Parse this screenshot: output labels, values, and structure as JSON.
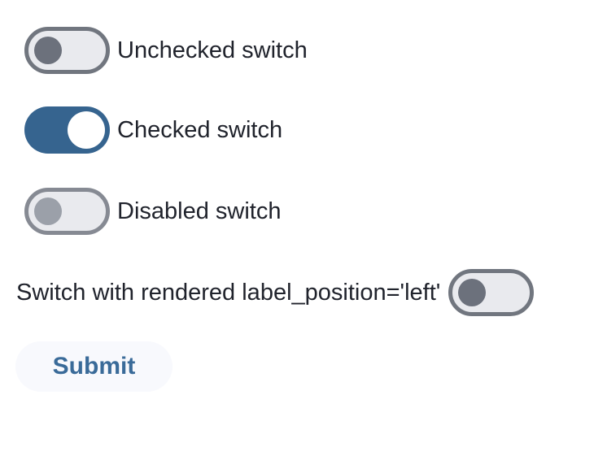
{
  "page": {
    "background": "#ffffff"
  },
  "switches": [
    {
      "label": "Unchecked switch",
      "state": "unchecked",
      "label_position": "right"
    },
    {
      "label": "Checked switch",
      "state": "checked",
      "label_position": "right"
    },
    {
      "label": "Disabled switch",
      "state": "disabled",
      "label_position": "right"
    },
    {
      "label": "Switch with rendered label_position='left'",
      "state": "unchecked",
      "label_position": "left"
    }
  ],
  "submit_button": {
    "label": "Submit"
  },
  "colors": {
    "page_bg": "#ffffff",
    "label_text": "#20232c",
    "track_fill": "#e9eaee",
    "track_border": "#71767f",
    "thumb_unchecked": "#6c717c",
    "checked_track": "#36648f",
    "checked_thumb": "#ffffff",
    "disabled_border": "#868a93",
    "disabled_thumb": "#9ba0a9",
    "button_bg": "#f8f9fd",
    "button_text": "#3a6b99"
  }
}
